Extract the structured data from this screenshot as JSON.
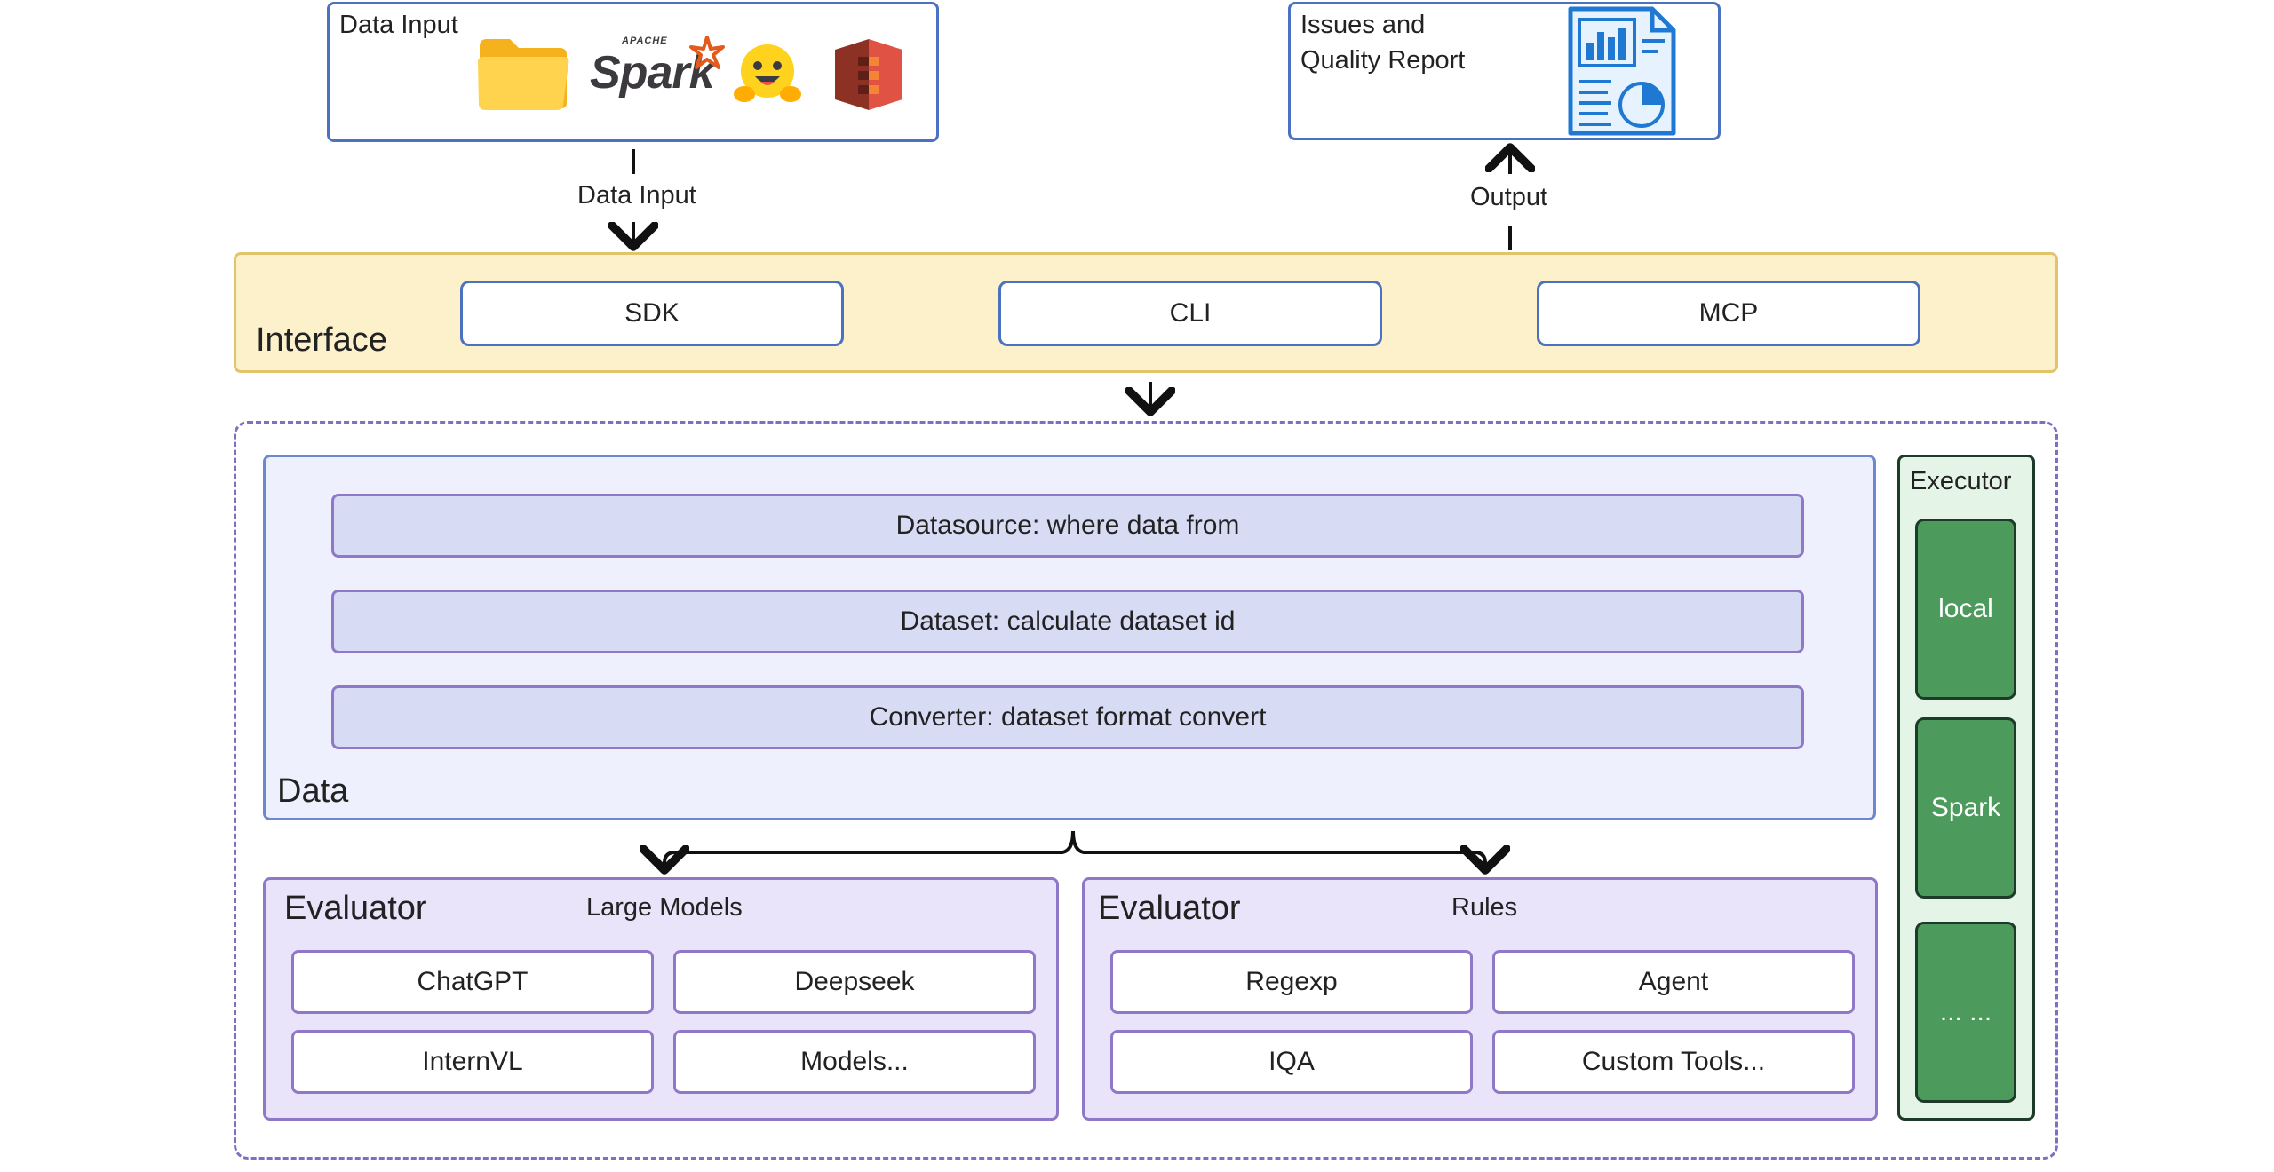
{
  "data_input_box": {
    "title": "Data Input",
    "icons": [
      "folder-icon",
      "apache-spark-logo",
      "hugging-face-icon",
      "amazon-s3-icon"
    ],
    "spark_logo_text": "Spark",
    "spark_logo_small": "APACHE"
  },
  "report_box": {
    "title_line1": "Issues and",
    "title_line2": "Quality Report",
    "icon": "report-document-icon"
  },
  "connectors": {
    "data_input_label": "Data Input",
    "output_label": "Output"
  },
  "interface": {
    "title": "Interface",
    "buttons": [
      {
        "label": "SDK"
      },
      {
        "label": "CLI"
      },
      {
        "label": "MCP"
      }
    ]
  },
  "data": {
    "title": "Data",
    "steps": [
      {
        "label": "Datasource: where data from"
      },
      {
        "label": "Dataset: calculate dataset id"
      },
      {
        "label": "Converter: dataset format convert"
      }
    ]
  },
  "evaluators": [
    {
      "title": "Evaluator",
      "subtitle": "Large Models",
      "items": [
        {
          "label": "ChatGPT"
        },
        {
          "label": "Deepseek"
        },
        {
          "label": "InternVL"
        },
        {
          "label": "Models..."
        }
      ]
    },
    {
      "title": "Evaluator",
      "subtitle": "Rules",
      "items": [
        {
          "label": "Regexp"
        },
        {
          "label": "Agent"
        },
        {
          "label": "IQA"
        },
        {
          "label": "Custom Tools..."
        }
      ]
    }
  ],
  "executor": {
    "title": "Executor",
    "items": [
      {
        "label": "local"
      },
      {
        "label": "Spark"
      },
      {
        "label": "... ..."
      }
    ]
  },
  "colors": {
    "blue_border": "#4a72c0",
    "interface_fill": "#fdf1cc",
    "interface_border": "#e2c46c",
    "data_fill": "#eef1fd",
    "data_step_fill": "#d7dcf4",
    "purple_border": "#8f78c8",
    "evaluator_fill": "#eae4fb",
    "executor_fill": "#e4f4e6",
    "executor_item_fill": "#4c9a5c",
    "executor_border": "#1e3b2a"
  }
}
